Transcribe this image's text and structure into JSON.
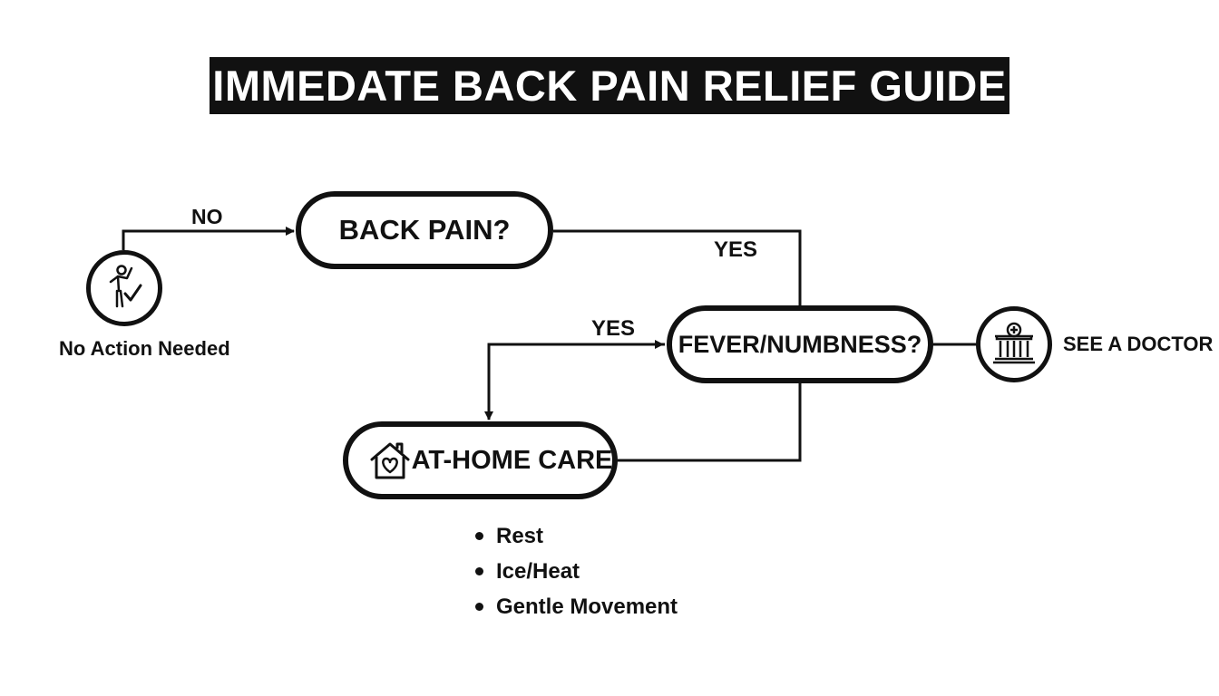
{
  "title": "IMMEDATE BACK PAIN RELIEF GUIDE",
  "nodes": {
    "back_pain": "BACK PAIN?",
    "fever": "FEVER/NUMBNESS?",
    "home_care": "AT-HOME CARE"
  },
  "endpoints": {
    "no_action": "No Action Needed",
    "see_doctor": "SEE A DOCTOR"
  },
  "edges": {
    "no": "NO",
    "yes_to_fever": "YES",
    "yes_to_home": "YES"
  },
  "home_care_steps": [
    "Rest",
    "Ice/Heat",
    "Gentle Movement"
  ],
  "icons": {
    "no_action": "person-check-icon",
    "doctor": "hospital-icon",
    "home": "house-heart-icon"
  },
  "colors": {
    "ink": "#111111",
    "background": "#ffffff",
    "title_text": "#ffffff"
  }
}
